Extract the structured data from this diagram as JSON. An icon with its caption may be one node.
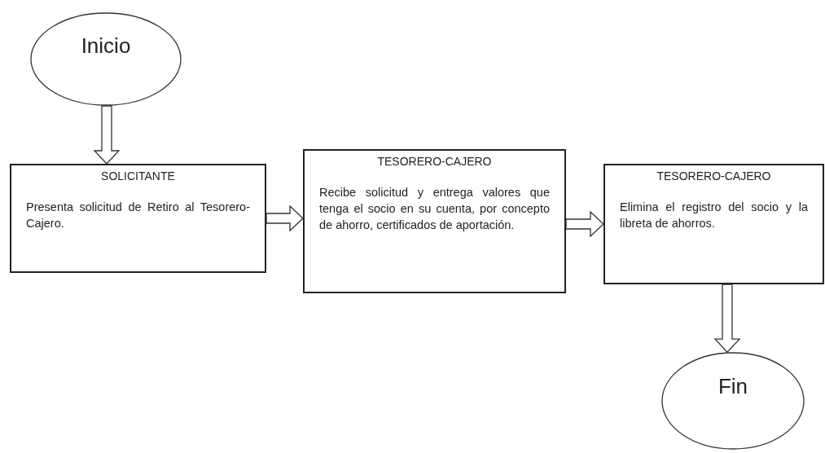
{
  "diagram": {
    "nodes": [
      {
        "text": [
          "Inicio"
        ]
      },
      {
        "text": [
          "SOLICITANTE",
          "Presenta solicitud de Retiro al Tesorero-Cajero."
        ]
      },
      {
        "text": [
          "TESORERO-CAJERO",
          "Recibe solicitud y entrega valores que tenga el socio en su cuenta, por concepto de ahorro, certificados de aportación."
        ]
      },
      {
        "text": [
          "TESORERO-CAJERO",
          "Elimina el registro del socio y la libreta de ahorros."
        ]
      },
      {
        "text": [
          "Fin"
        ]
      }
    ],
    "edges": [
      {
        "from": 0,
        "to": 1,
        "arrow": "to"
      },
      {
        "from": 1,
        "to": 2,
        "arrow": "to"
      },
      {
        "from": 2,
        "to": 3,
        "arrow": "to"
      },
      {
        "from": 3,
        "to": 4,
        "arrow": "to"
      }
    ]
  }
}
